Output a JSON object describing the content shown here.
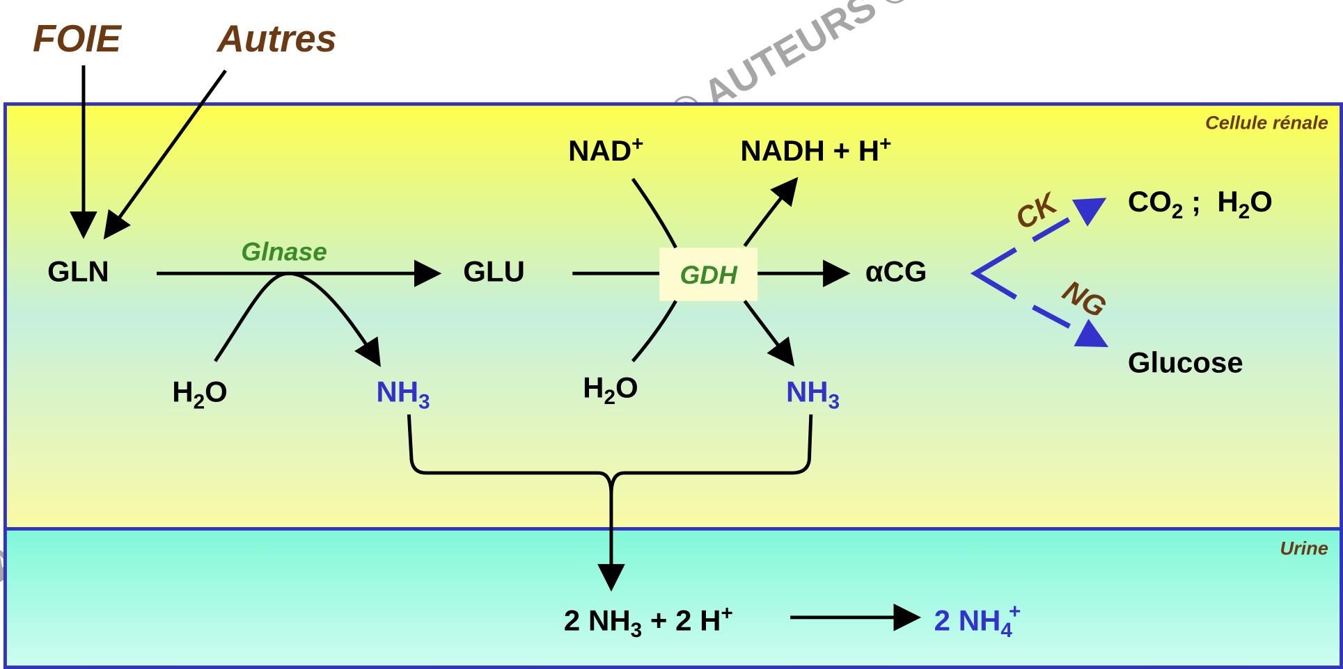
{
  "watermark": "© AUTEURS ©",
  "sources": {
    "liver": "FOIE",
    "others": "Autres"
  },
  "compartments": {
    "cell": "Cellule rénale",
    "urine": "Urine"
  },
  "colors": {
    "border": "#3333bb",
    "brown": "#6b3a12",
    "green": "#3a8a2a",
    "blue": "#3333cc",
    "cell_top": "#ffff4d",
    "cell_mid": "#c6f0dc",
    "cell_bottom": "#fafaa6",
    "urine_top": "#80f8d8",
    "urine_bottom": "#cffcf0"
  },
  "nodes": {
    "gln": "GLN",
    "glu": "GLU",
    "acg": "αCG",
    "nad": {
      "base": "NAD",
      "sup": "+"
    },
    "nadh": {
      "base": "NADH + H",
      "sup": "+"
    },
    "h2o_1": {
      "a": "H",
      "sub": "2",
      "b": "O"
    },
    "nh3_1": {
      "a": "NH",
      "sub": "3"
    },
    "h2o_2": {
      "a": "H",
      "sub": "2",
      "b": "O"
    },
    "nh3_2": {
      "a": "NH",
      "sub": "3"
    },
    "co2_h2o": {
      "a": "CO",
      "sub1": "2",
      "b": " ;  H",
      "sub2": "2",
      "c": "O"
    },
    "glucose": "Glucose"
  },
  "enzymes": {
    "glnase": "Glnase",
    "gdh": "GDH",
    "ck": "CK",
    "ng": "NG"
  },
  "urine_reaction": {
    "left": {
      "a": "2 NH",
      "sub": "3",
      "b": " + 2 H",
      "sup": "+"
    },
    "right": {
      "a": "2 NH",
      "sub": "4",
      "sup": "+"
    }
  }
}
